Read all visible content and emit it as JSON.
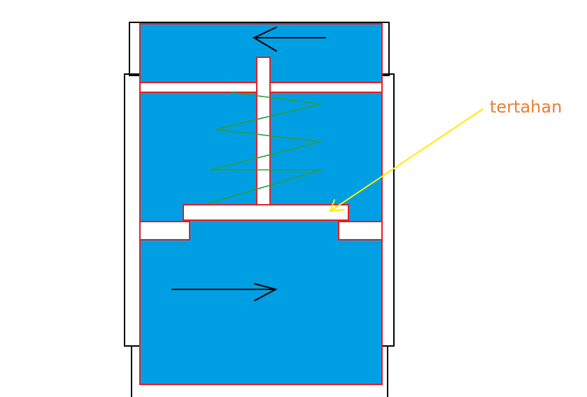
{
  "annotation": {
    "text": "tertahan"
  },
  "colors": {
    "fluid": "#009fe3",
    "outline": "#e31e24",
    "housing": "#000000",
    "spring": "#2e9d3a",
    "pointer": "#ffeb00",
    "label": "#ed7d31",
    "solid": "#ffffff"
  },
  "flow": {
    "top_direction": "left-arrow",
    "bottom_direction": "right-arrow"
  }
}
